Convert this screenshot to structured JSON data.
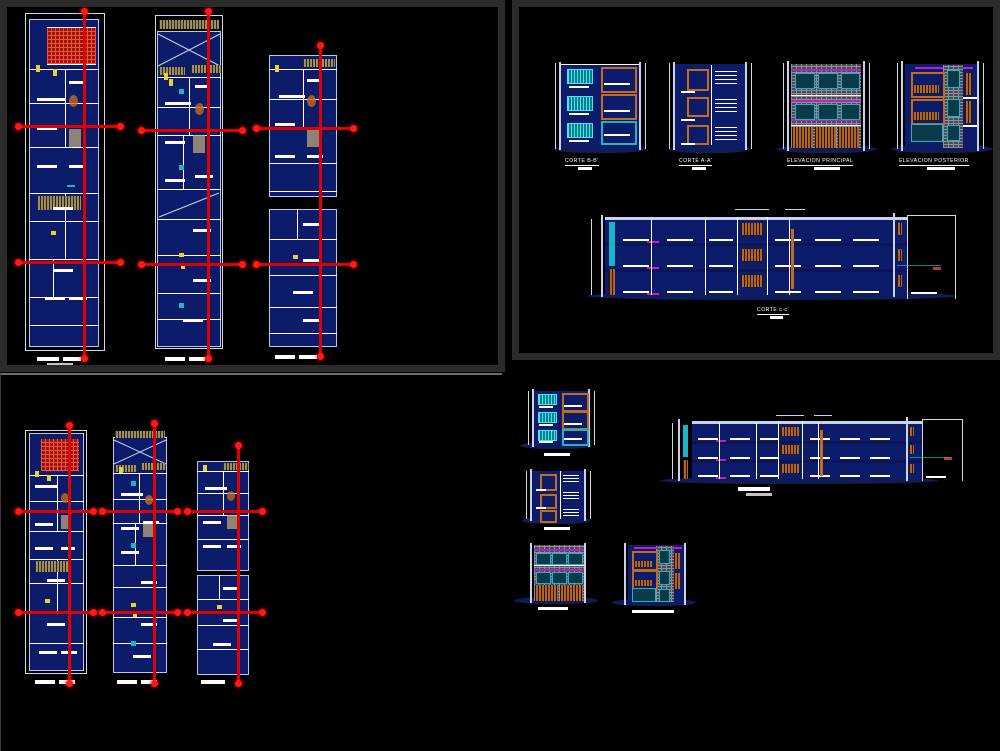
{
  "document": {
    "type": "cad-drawing-sheet",
    "background_color": "#000000",
    "frame_color": "#2b2b2b",
    "ink_colors": {
      "plan_fill": "#0d1b6b",
      "white_line": "#ffffff",
      "section_line_red": "#e00000",
      "cyan": "#19b6c8",
      "orange": "#c26a1d",
      "magenta": "#c01fc0",
      "gray_masonry": "#6e6e7a",
      "yellow": "#e8d232"
    }
  },
  "panels": [
    {
      "id": "top-left",
      "name": "architectural-floor-plans-upper",
      "framed": true,
      "drawing_count": 3,
      "description": "Three elongated residential floor plans with red section cut lines",
      "plans": [
        {
          "name": "plan-1",
          "has_red_roof_hatch": true,
          "vertical_cut": true,
          "horizontal_cuts": 2
        },
        {
          "name": "plan-2",
          "has_red_roof_hatch": false,
          "vertical_cut": true,
          "horizontal_cuts": 2
        },
        {
          "name": "plan-3",
          "has_red_roof_hatch": false,
          "vertical_cut": true,
          "horizontal_cuts": 2
        }
      ]
    },
    {
      "id": "top-right",
      "name": "sections-and-elevations",
      "framed": true,
      "drawings": [
        {
          "label": "CORTE B-B'",
          "kind": "section",
          "floors": 3
        },
        {
          "label": "CORTE A-A'",
          "kind": "section",
          "floors": 3
        },
        {
          "label": "ELEVACION  PRINCIPAL",
          "kind": "elevation",
          "floors": 3
        },
        {
          "label": "ELEVACION  POSTERIOR",
          "kind": "elevation",
          "floors": 3
        },
        {
          "label": "CORTE c-c'",
          "kind": "long-section",
          "floors": 3
        }
      ]
    },
    {
      "id": "bottom-left",
      "name": "architectural-floor-plans-lower",
      "framed": false,
      "drawing_count": 3,
      "plans": [
        {
          "name": "plan-1",
          "has_red_roof_hatch": true,
          "vertical_cut": true,
          "horizontal_cuts": 2
        },
        {
          "name": "plan-2",
          "has_red_roof_hatch": false,
          "vertical_cut": true,
          "horizontal_cuts": 2
        },
        {
          "name": "plan-3",
          "has_red_roof_hatch": false,
          "vertical_cut": true,
          "horizontal_cuts": 2
        }
      ]
    },
    {
      "id": "bottom-right",
      "name": "sections-elevations-zoomed",
      "framed": false,
      "drawings": [
        {
          "label": "",
          "kind": "section",
          "floors": 3
        },
        {
          "label": "",
          "kind": "section",
          "floors": 3
        },
        {
          "label": "",
          "kind": "elevation",
          "floors": 3
        },
        {
          "label": "",
          "kind": "elevation",
          "floors": 3
        },
        {
          "label": "",
          "kind": "long-section",
          "floors": 3
        }
      ]
    }
  ],
  "labels": {
    "corte_bb": "CORTE B-B'",
    "corte_aa": "CORTE A-A'",
    "elev_principal": "ELEVACION  PRINCIPAL",
    "elev_posterior": "ELEVACION  POSTERIOR",
    "corte_cc": "CORTE c-c'"
  }
}
